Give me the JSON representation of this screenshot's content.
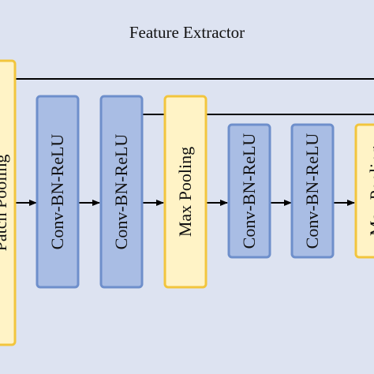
{
  "diagram": {
    "title": "Feature Extractor",
    "blocks": [
      {
        "id": "b0",
        "label": "Patch Pooling",
        "kind": "pool"
      },
      {
        "id": "b1",
        "label": "Conv-BN-ReLU",
        "kind": "conv"
      },
      {
        "id": "b2",
        "label": "Conv-BN-ReLU",
        "kind": "conv"
      },
      {
        "id": "b3",
        "label": "Max Pooling",
        "kind": "pool"
      },
      {
        "id": "b4",
        "label": "Conv-BN-ReLU",
        "kind": "conv"
      },
      {
        "id": "b5",
        "label": "Conv-BN-ReLU",
        "kind": "conv"
      },
      {
        "id": "b6",
        "label": "Max Pooling",
        "kind": "pool"
      }
    ],
    "colors": {
      "background": "#dde3f1",
      "conv_fill": "#a9bde4",
      "conv_stroke": "#6e8fcb",
      "pool_fill": "#fff3c6",
      "pool_stroke": "#f2c53d",
      "line": "#000000"
    }
  }
}
